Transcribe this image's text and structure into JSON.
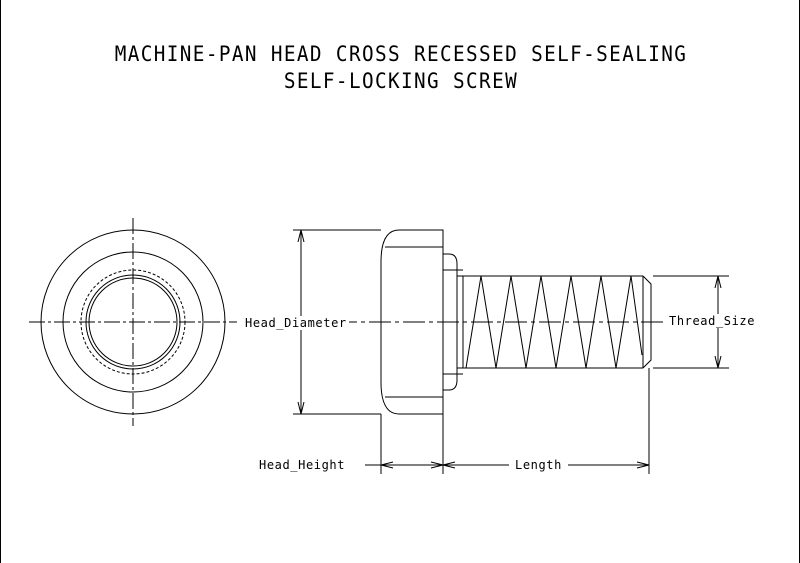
{
  "title": {
    "line1": "MACHINE-PAN HEAD CROSS RECESSED SELF-SEALING",
    "line2": "SELF-LOCKING SCREW"
  },
  "dimensions": {
    "head_diameter": "Head_Diameter",
    "thread_size": "Thread_Size",
    "head_height": "Head_Height",
    "length": "Length"
  },
  "colors": {
    "line": "#000000",
    "background": "#ffffff"
  }
}
